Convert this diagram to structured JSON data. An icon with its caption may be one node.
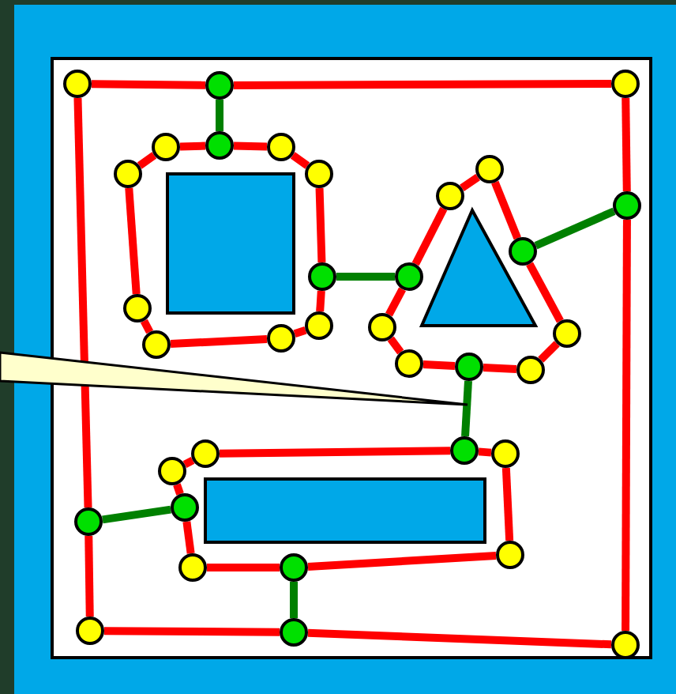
{
  "diagram": {
    "nodes": [
      {
        "text": [],
        "shape": "circle"
      },
      {
        "text": [],
        "shape": "circle"
      },
      {
        "text": [],
        "shape": "circle"
      },
      {
        "text": [],
        "shape": "circle"
      },
      {
        "text": [],
        "shape": "circle"
      },
      {
        "text": [],
        "shape": "circle"
      },
      {
        "text": [],
        "shape": "circle"
      },
      {
        "text": [],
        "shape": "circle"
      },
      {
        "text": [],
        "shape": "circle"
      },
      {
        "text": [],
        "shape": "circle"
      },
      {
        "text": [],
        "shape": "circle"
      },
      {
        "text": [],
        "shape": "circle"
      },
      {
        "text": [],
        "shape": "circle"
      },
      {
        "text": [],
        "shape": "circle"
      },
      {
        "text": [],
        "shape": "circle"
      },
      {
        "text": [],
        "shape": "circle"
      },
      {
        "text": [],
        "shape": "circle"
      },
      {
        "text": [],
        "shape": "circle"
      },
      {
        "text": [],
        "shape": "circle"
      },
      {
        "text": [],
        "shape": "circle"
      },
      {
        "text": [],
        "shape": "circle"
      },
      {
        "text": [],
        "shape": "circle"
      },
      {
        "text": [],
        "shape": "circle"
      },
      {
        "text": [],
        "shape": "circle"
      },
      {
        "text": [],
        "shape": "circle"
      },
      {
        "text": [],
        "shape": "circle"
      },
      {
        "text": [],
        "shape": "circle"
      },
      {
        "text": [],
        "shape": "circle"
      },
      {
        "text": [],
        "shape": "circle"
      },
      {
        "text": [],
        "shape": "circle"
      },
      {
        "text": [],
        "shape": "circle"
      },
      {
        "text": [],
        "shape": "circle"
      },
      {
        "text": [],
        "shape": "circle"
      },
      {
        "text": [],
        "shape": "circle"
      },
      {
        "text": [],
        "shape": "circle"
      }
    ],
    "edges": [
      {
        "from": 0,
        "to": 1,
        "arrow": "none"
      },
      {
        "from": 1,
        "to": 2,
        "arrow": "none"
      },
      {
        "from": 2,
        "to": 10,
        "arrow": "none"
      },
      {
        "from": 10,
        "to": 34,
        "arrow": "none"
      },
      {
        "from": 34,
        "to": 33,
        "arrow": "none"
      },
      {
        "from": 33,
        "to": 32,
        "arrow": "none"
      },
      {
        "from": 32,
        "to": 27,
        "arrow": "none"
      },
      {
        "from": 27,
        "to": 0,
        "arrow": "none"
      },
      {
        "from": 1,
        "to": 4,
        "arrow": "none",
        "color": "#008000"
      },
      {
        "from": 4,
        "to": 5,
        "arrow": "none"
      },
      {
        "from": 5,
        "to": 7,
        "arrow": "none"
      },
      {
        "from": 7,
        "to": 12,
        "arrow": "none"
      },
      {
        "from": 12,
        "to": 19,
        "arrow": "none"
      },
      {
        "from": 19,
        "to": 18,
        "arrow": "none"
      },
      {
        "from": 18,
        "to": 17,
        "arrow": "none"
      },
      {
        "from": 17,
        "to": 14,
        "arrow": "none"
      },
      {
        "from": 14,
        "to": 6,
        "arrow": "none"
      },
      {
        "from": 6,
        "to": 3,
        "arrow": "none"
      },
      {
        "from": 3,
        "to": 4,
        "arrow": "none"
      },
      {
        "from": 12,
        "to": 13,
        "arrow": "none",
        "color": "#008000"
      },
      {
        "from": 8,
        "to": 9,
        "arrow": "none"
      },
      {
        "from": 9,
        "to": 11,
        "arrow": "none"
      },
      {
        "from": 11,
        "to": 16,
        "arrow": "none"
      },
      {
        "from": 16,
        "to": 22,
        "arrow": "none"
      },
      {
        "from": 22,
        "to": 21,
        "arrow": "none"
      },
      {
        "from": 21,
        "to": 20,
        "arrow": "none"
      },
      {
        "from": 20,
        "to": 15,
        "arrow": "none"
      },
      {
        "from": 15,
        "to": 13,
        "arrow": "none"
      },
      {
        "from": 13,
        "to": 8,
        "arrow": "none"
      },
      {
        "from": 10,
        "to": 11,
        "arrow": "none",
        "color": "#008000"
      },
      {
        "from": 21,
        "to": 24,
        "arrow": "none",
        "color": "#008000"
      },
      {
        "from": 24,
        "to": 25,
        "arrow": "none"
      },
      {
        "from": 25,
        "to": 29,
        "arrow": "none"
      },
      {
        "from": 29,
        "to": 31,
        "arrow": "none"
      },
      {
        "from": 31,
        "to": 30,
        "arrow": "none"
      },
      {
        "from": 30,
        "to": 28,
        "arrow": "none"
      },
      {
        "from": 28,
        "to": 26,
        "arrow": "none"
      },
      {
        "from": 26,
        "to": 23,
        "arrow": "none"
      },
      {
        "from": 23,
        "to": 24,
        "arrow": "none"
      },
      {
        "from": 27,
        "to": 28,
        "arrow": "none",
        "color": "#008000"
      },
      {
        "from": 31,
        "to": 33,
        "arrow": "none",
        "color": "#008000"
      }
    ]
  }
}
